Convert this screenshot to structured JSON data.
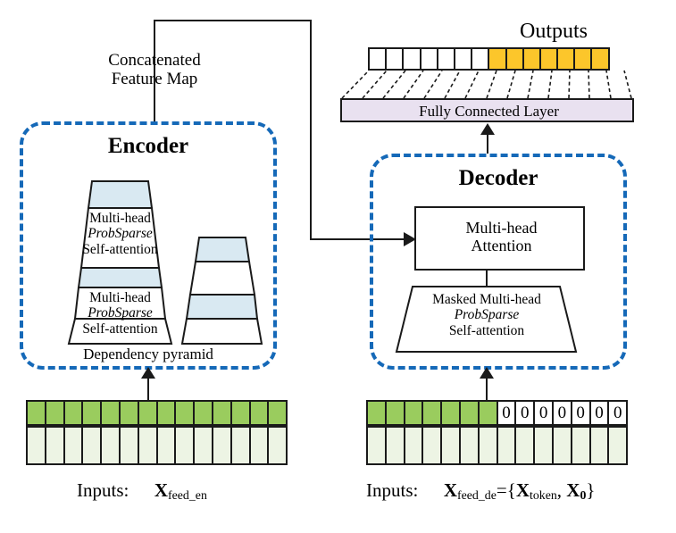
{
  "figure": {
    "type": "architecture-diagram",
    "title": "Informer encoder-decoder architecture"
  },
  "annotations": {
    "concatenated_line1": "Concatenated",
    "concatenated_line2": "Feature Map",
    "outputs_label": "Outputs",
    "fully_connected_label": "Fully Connected Layer",
    "dependency_pyramid_label": "Dependency pyramid"
  },
  "encoder": {
    "title": "Encoder",
    "big_pyramid": {
      "bands": [
        {
          "fill": "#D9E9F2",
          "text": ""
        },
        {
          "fill": "#FFFFFF",
          "lines": [
            "Multi-head",
            "ProbSparse",
            "Self-attention"
          ]
        },
        {
          "fill": "#D9E9F2",
          "text": ""
        },
        {
          "fill": "#FFFFFF",
          "lines": [
            "Multi-head",
            "ProbSparse",
            "Self-attention"
          ]
        }
      ]
    },
    "small_pyramid": {
      "bands": [
        {
          "fill": "#D9E9F2"
        },
        {
          "fill": "#FFFFFF"
        },
        {
          "fill": "#D9E9F2"
        },
        {
          "fill": "#FFFFFF"
        }
      ]
    }
  },
  "decoder": {
    "title": "Decoder",
    "attention_box": {
      "line1": "Multi-head",
      "line2": "Attention"
    },
    "masked_trapezoid": {
      "line1": "Masked Multi-head",
      "line2": "ProbSparse",
      "line3": "Self-attention"
    }
  },
  "outputs_strip": {
    "total_cells": 14,
    "cells": [
      {
        "fill": "#FFFFFF",
        "label": ""
      },
      {
        "fill": "#FFFFFF",
        "label": ""
      },
      {
        "fill": "#FFFFFF",
        "label": ""
      },
      {
        "fill": "#FFFFFF",
        "label": ""
      },
      {
        "fill": "#FFFFFF",
        "label": ""
      },
      {
        "fill": "#FFFFFF",
        "label": ""
      },
      {
        "fill": "#FFFFFF",
        "label": ""
      },
      {
        "fill": "#FCC62B",
        "label": ""
      },
      {
        "fill": "#FCC62B",
        "label": ""
      },
      {
        "fill": "#FCC62B",
        "label": ""
      },
      {
        "fill": "#FCC62B",
        "label": ""
      },
      {
        "fill": "#FCC62B",
        "label": ""
      },
      {
        "fill": "#FCC62B",
        "label": ""
      },
      {
        "fill": "#FCC62B",
        "label": ""
      }
    ]
  },
  "encoder_input": {
    "columns": 14,
    "top_row_fills": [
      "#9ACC5E",
      "#9ACC5E",
      "#9ACC5E",
      "#9ACC5E",
      "#9ACC5E",
      "#9ACC5E",
      "#9ACC5E",
      "#9ACC5E",
      "#9ACC5E",
      "#9ACC5E",
      "#9ACC5E",
      "#9ACC5E",
      "#9ACC5E",
      "#9ACC5E"
    ],
    "top_row_labels": [
      "",
      "",
      "",
      "",
      "",
      "",
      "",
      "",
      "",
      "",
      "",
      "",
      "",
      ""
    ],
    "bottom_row_fills": [
      "#EDF4E4",
      "#EDF4E4",
      "#EDF4E4",
      "#EDF4E4",
      "#EDF4E4",
      "#EDF4E4",
      "#EDF4E4",
      "#EDF4E4",
      "#EDF4E4",
      "#EDF4E4",
      "#EDF4E4",
      "#EDF4E4",
      "#EDF4E4",
      "#EDF4E4"
    ],
    "caption_prefix": "Inputs:",
    "caption_symbol": "X",
    "caption_subscript": "feed_en"
  },
  "decoder_input": {
    "columns": 14,
    "top_row_fills": [
      "#9ACC5E",
      "#9ACC5E",
      "#9ACC5E",
      "#9ACC5E",
      "#9ACC5E",
      "#9ACC5E",
      "#9ACC5E",
      "#FFFFFF",
      "#FFFFFF",
      "#FFFFFF",
      "#FFFFFF",
      "#FFFFFF",
      "#FFFFFF",
      "#FFFFFF"
    ],
    "top_row_labels": [
      "",
      "",
      "",
      "",
      "",
      "",
      "",
      "0",
      "0",
      "0",
      "0",
      "0",
      "0",
      "0"
    ],
    "bottom_row_fills": [
      "#EDF4E4",
      "#EDF4E4",
      "#EDF4E4",
      "#EDF4E4",
      "#EDF4E4",
      "#EDF4E4",
      "#EDF4E4",
      "#EDF4E4",
      "#EDF4E4",
      "#EDF4E4",
      "#EDF4E4",
      "#EDF4E4",
      "#EDF4E4",
      "#EDF4E4"
    ],
    "caption_prefix": "Inputs:",
    "caption_symbol": "X",
    "caption_subscript": "feed_de",
    "caption_equals": "={",
    "caption_symbol2": "X",
    "caption_subscript2": "token",
    "caption_comma": ", ",
    "caption_symbol3": "X",
    "caption_subscript3": "0",
    "caption_close": "}"
  },
  "colors": {
    "dashed_border": "#1569B8",
    "outline": "#1a1a1a",
    "band_blue": "#D9E9F2",
    "output_highlight": "#FCC62B",
    "input_green": "#9ACC5E",
    "input_pale_green": "#EDF4E4",
    "fc_layer": "#E9E1F0"
  }
}
